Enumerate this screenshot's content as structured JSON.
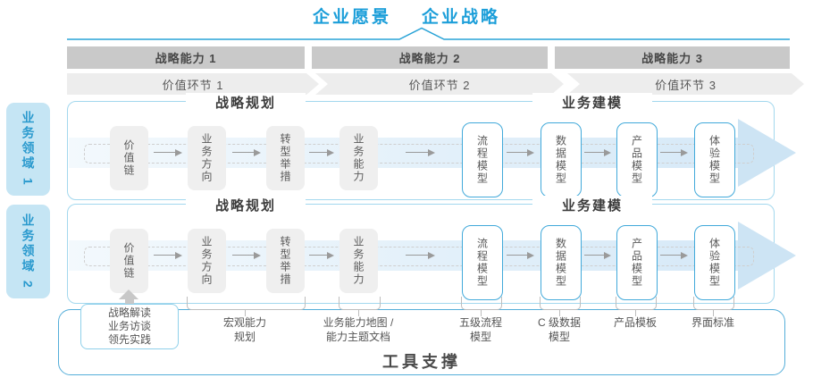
{
  "header": {
    "vision_label": "企业愿景",
    "strategy_label": "企业战略"
  },
  "strategic_capabilities": [
    "战略能力 1",
    "战略能力 2",
    "战略能力 3"
  ],
  "value_links": [
    "价值环节 1",
    "价值环节 2",
    "价值环节 3"
  ],
  "business_domains": [
    "业务领域 1",
    "业务领域 2"
  ],
  "row": {
    "planning_title": "战略规划",
    "modeling_title": "业务建模",
    "gray_boxes": [
      "价值链",
      "业务方向",
      "转型举措",
      "业务能力"
    ],
    "blue_boxes": [
      "流程模型",
      "数据模型",
      "产品模型",
      "体验模型"
    ]
  },
  "annotations": {
    "source_box_lines": [
      "战略解读",
      "业务访谈",
      "领先实践"
    ],
    "labels": [
      {
        "lines": [
          "宏观能力",
          "规划"
        ]
      },
      {
        "lines": [
          "业务能力地图 /",
          "能力主题文档"
        ]
      },
      {
        "lines": [
          "五级流程",
          "模型"
        ]
      },
      {
        "lines": [
          "C 级数据",
          "模型"
        ]
      },
      {
        "lines": [
          "产品模板"
        ]
      },
      {
        "lines": [
          "界面标准"
        ]
      }
    ]
  },
  "footer": {
    "title": "工具支撑"
  },
  "colors": {
    "accent_blue": "#1b9ed9",
    "domain_tab_fill": "#c5e5f4",
    "band_blue": "#d6e9f7",
    "arrowhead_blue": "#cde4f4",
    "blue_box_border": "#41a9da",
    "capability_bar_gray": "#c9c9c9",
    "value_link_gray": "#ededed",
    "box_gray": "#efefef",
    "text_dark": "#4a4a4a"
  }
}
